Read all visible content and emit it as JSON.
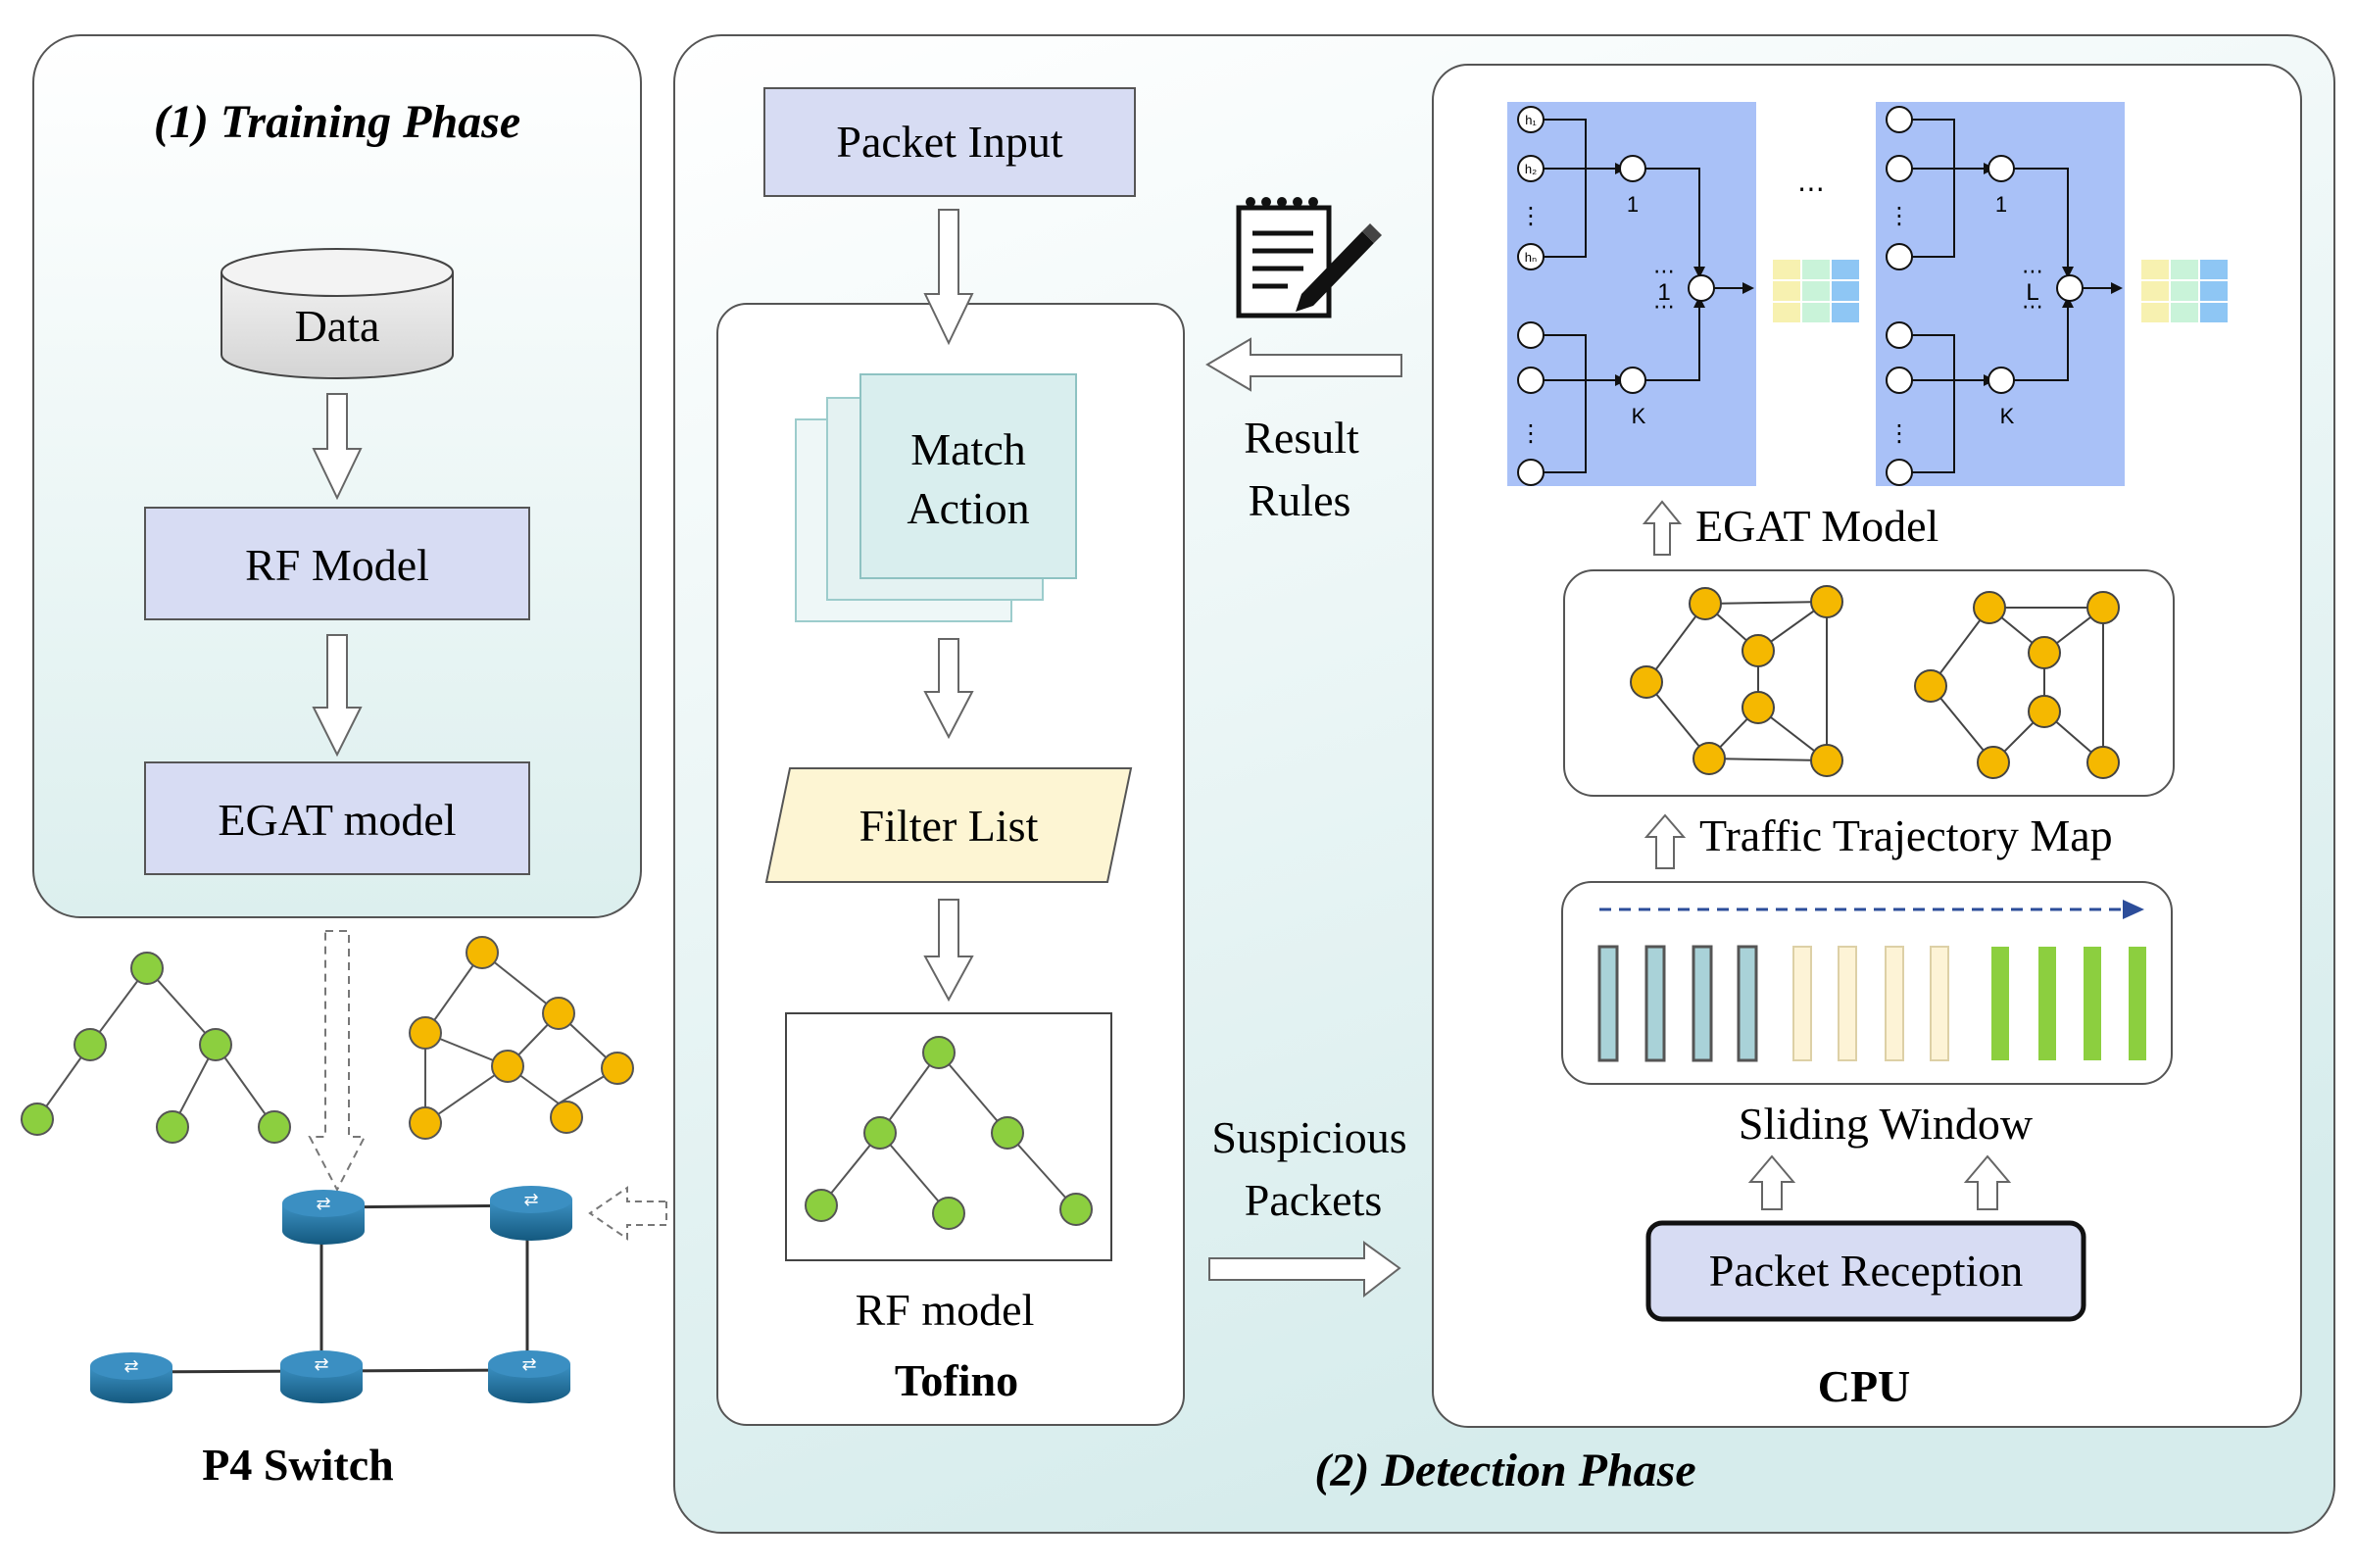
{
  "training": {
    "title": "(1) Training Phase",
    "data_label": "Data",
    "rf_model_label": "RF Model",
    "egat_model_label": "EGAT model"
  },
  "p4_switch": {
    "label": "P4 Switch"
  },
  "detection": {
    "title": "(2) Detection Phase",
    "packet_input": "Packet Input",
    "match": "Match",
    "action": "Action",
    "filter_list": "Filter List",
    "rf_model_label": "RF model",
    "tofino_label": "Tofino",
    "result": "Result",
    "rules": "Rules",
    "suspicious": "Suspicious",
    "packets": "Packets"
  },
  "cpu": {
    "label": "CPU",
    "egat_model": "EGAT Model",
    "traffic_trajectory_map": "Traffic Trajectory Map",
    "sliding_window": "Sliding Window",
    "packet_reception": "Packet Reception",
    "egat_symbols": {
      "h1": "h₁",
      "h2": "h₂",
      "hn": "hₙ",
      "one": "1",
      "k": "K",
      "head_1": "1",
      "head_l": "L",
      "ellipsis": "⋯",
      "vdots": "⋮"
    }
  },
  "colors": {
    "green_node": "#8ccf3f",
    "orange_node": "#f5b800",
    "box_blue": "#d7dcf3",
    "egat_blue": "#a9c1f7",
    "filter_yellow": "#fdf5d3",
    "match_teal": "#d9eeee",
    "switch_blue": "#1f6fa0"
  }
}
